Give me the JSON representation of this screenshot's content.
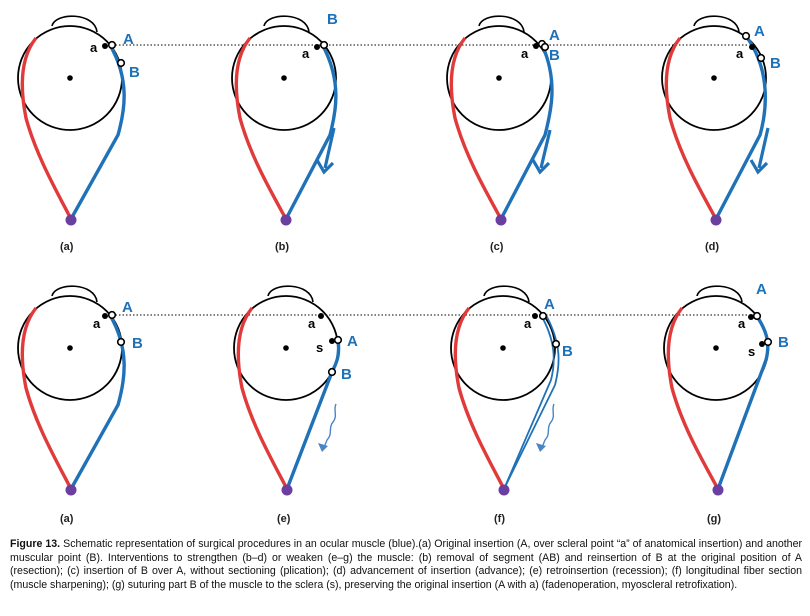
{
  "colors": {
    "muscle": "#1f72b8",
    "antagonist": "#e03a3a",
    "origin": "#6b3fa0",
    "eye_outline": "#000000"
  },
  "panels": {
    "a1": {
      "label": "(a)",
      "A": "A",
      "B": "B",
      "a": "a"
    },
    "b": {
      "label": "(b)",
      "A": "B",
      "a": "a"
    },
    "c": {
      "label": "(c)",
      "A": "A",
      "B": "B",
      "a": "a"
    },
    "d": {
      "label": "(d)",
      "A": "A",
      "B": "B",
      "a": "a"
    },
    "a2": {
      "label": "(a)",
      "A": "A",
      "B": "B",
      "a": "a"
    },
    "e": {
      "label": "(e)",
      "A": "A",
      "B": "B",
      "a": "a",
      "s": "s"
    },
    "f": {
      "label": "(f)",
      "A": "A",
      "B": "B",
      "a": "a"
    },
    "g": {
      "label": "(g)",
      "A": "A",
      "B": "B",
      "a": "a",
      "s": "s"
    }
  },
  "caption": {
    "heading": "Figure 13.",
    "text": " Schematic representation of surgical procedures in an ocular muscle (blue).(a) Original insertion (A, over scleral point “a” of anatomical insertion) and another muscular point (B). Interventions to strengthen (b–d) or weaken (e–g) the muscle: (b) removal of segment (AB) and reinsertion of B at the original position of A (resection); (c) insertion of B over A, without sectioning (plication); (d) advancement of insertion (advance); (e) retroinsertion (recession); (f) longitudinal fiber section (muscle sharpening); (g) suturing part B of the muscle to the sclera (s), preserving the original insertion (A with a) (fadenoperation, myoscleral retrofixation)."
  }
}
